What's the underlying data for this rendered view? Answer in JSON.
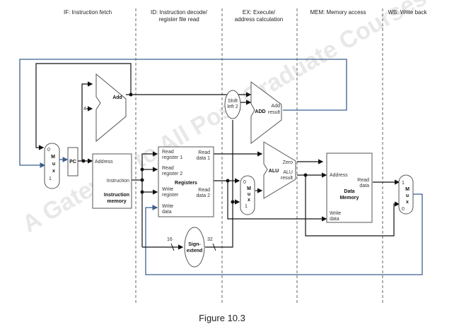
{
  "stages": [
    {
      "label1": "IF: Instruction fetch",
      "label2": ""
    },
    {
      "label1": "ID: Instruction decode/",
      "label2": "register file read"
    },
    {
      "label1": "EX: Execute/",
      "label2": "address calculation"
    },
    {
      "label1": "MEM: Memory access",
      "label2": ""
    },
    {
      "label1": "WB: Write back",
      "label2": ""
    }
  ],
  "components": {
    "pc_mux": {
      "in0": "0",
      "m": "M",
      "u": "u",
      "x": "x",
      "in1": "1"
    },
    "pc": "PC",
    "pc_adder": {
      "label": "Add",
      "const": "4"
    },
    "instr_mem": {
      "address": "Address",
      "instruction": "Instruction",
      "title1": "Instruction",
      "title2": "memory"
    },
    "registers": {
      "rr1a": "Read",
      "rr1b": "register 1",
      "rr2a": "Read",
      "rr2b": "register 2",
      "wra": "Write",
      "wrb": "register",
      "wda": "Write",
      "wdb": "data",
      "rd1a": "Read",
      "rd1b": "data 1",
      "rd2a": "Read",
      "rd2b": "data 2",
      "title": "Registers"
    },
    "sign_extend": {
      "line1": "Sign-",
      "line2": "extend",
      "in_bits": "16",
      "out_bits": "32"
    },
    "shift_left": {
      "line1": "Shift",
      "line2": "left 2"
    },
    "branch_adder": {
      "label": "ADD",
      "res1": "Add",
      "res2": "result"
    },
    "alu_mux": {
      "in0": "0",
      "m": "M",
      "u": "u",
      "x": "x",
      "in1": "1"
    },
    "alu": {
      "label": "ALU",
      "zero": "Zero",
      "res1": "ALU",
      "res2": "result"
    },
    "data_mem": {
      "address": "Address",
      "read1": "Read",
      "read2": "data",
      "title1": "Data",
      "title2": "Memory",
      "write1": "Write",
      "write2": "data"
    },
    "wb_mux": {
      "in1": "1",
      "m": "M",
      "u": "u",
      "x": "x",
      "in0": "0"
    }
  },
  "watermark": {
    "line1": "A Gateway to All Post Graduate Courses"
  },
  "caption": "Figure 10.3",
  "colors": {
    "wire": "#111111",
    "feedback": "#3b5f8f"
  }
}
